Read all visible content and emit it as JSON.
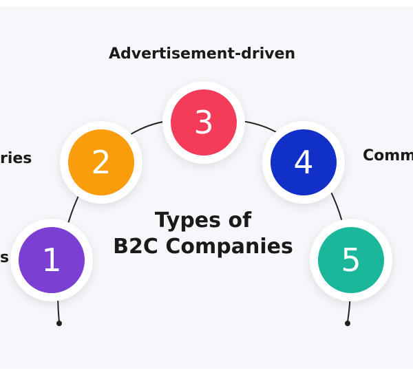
{
  "diagram": {
    "title_line1": "Types of",
    "title_line2": "B2C Companies",
    "nodes": [
      {
        "number": "1",
        "label": "s",
        "color": "#7b3fd4"
      },
      {
        "number": "2",
        "label": "ries",
        "color": "#f99d0c"
      },
      {
        "number": "3",
        "label": "Advertisement-driven",
        "color": "#f43b5a"
      },
      {
        "number": "4",
        "label": "Comm",
        "color": "#1130c7"
      },
      {
        "number": "5",
        "label": "",
        "color": "#1ab79a"
      }
    ],
    "arc_color": "#222222"
  }
}
